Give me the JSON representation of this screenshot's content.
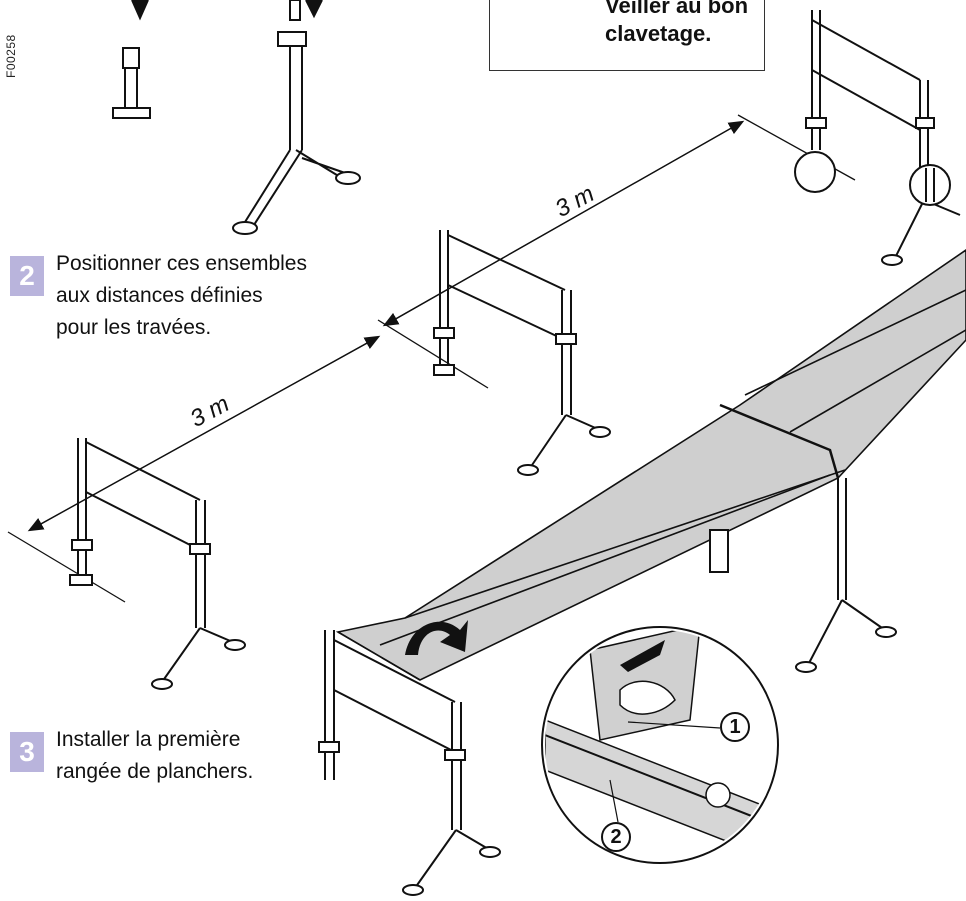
{
  "ref_code": "F00258",
  "warning": {
    "text": "Veiller au bon\nclavetage."
  },
  "steps": [
    {
      "number": "2",
      "text": "Positionner ces ensembles\naux distances définies\npour les travées."
    },
    {
      "number": "3",
      "text": "Installer la première\nrangée de planchers."
    }
  ],
  "dimensions": {
    "span_upper": "3 m",
    "span_lower": "3 m"
  },
  "callouts": [
    "1",
    "2"
  ],
  "colors": {
    "step_badge": "#b9b4dc",
    "deck": "#c8c8c8",
    "line": "#111111"
  }
}
